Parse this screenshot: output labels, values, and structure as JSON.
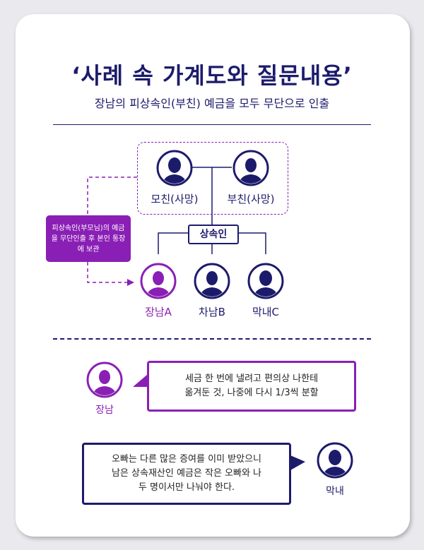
{
  "header": {
    "title": "‘사례 속 가계도와 질문내용’",
    "subtitle": "장남의 피상속인(부친) 예금을 모두 무단으로 인출"
  },
  "family_tree": {
    "mother_label": "모친(사망)",
    "father_label": "부친(사망)",
    "heirs_badge": "상속인",
    "children": [
      {
        "label": "장남A",
        "highlight": true
      },
      {
        "label": "차남B",
        "highlight": false
      },
      {
        "label": "막내C",
        "highlight": false
      }
    ],
    "note": "피상속인(부모님)의 예금을 무단인출 후 본인 통장에 보관"
  },
  "dialogue": {
    "speaker1": "장남",
    "quote1_line1": "세금 한 번에 낼려고 편의상 나한테",
    "quote1_line2": "옮겨둔 것, 나중에 다시 1/3씩 분할",
    "speaker2": "막내",
    "quote2_line1": "오빠는 다른 많은 증여를 이미 받았으니",
    "quote2_line2": "남은 상속재산인 예금은 작은 오빠와 나",
    "quote2_line3": "두 명이서만 나눠야 한다."
  },
  "colors": {
    "navy": "#1c1b6b",
    "purple": "#8a1fb5"
  },
  "icons": {
    "person": "person-icon",
    "arrow": "arrow-right-icon"
  }
}
